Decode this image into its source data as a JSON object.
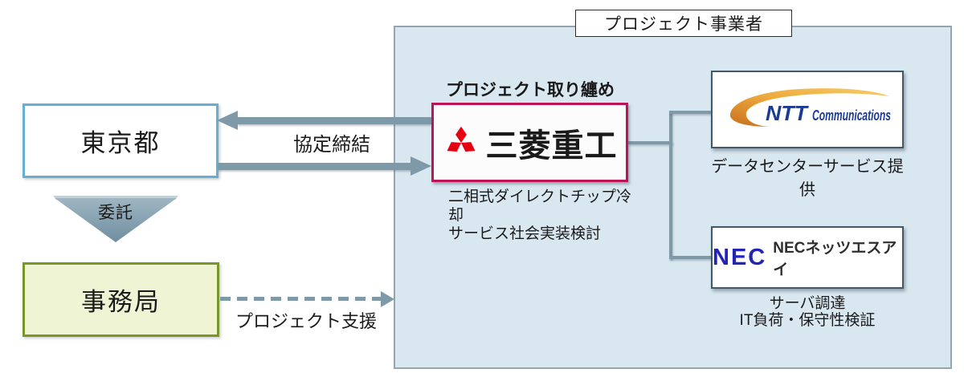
{
  "palette": {
    "group_bg": "#D9E7F1",
    "group_border": "#97A4AD",
    "tokyo_border": "#66AFD2",
    "secretariat_bg": "#EFF4D5",
    "secretariat_border": "#7A9528",
    "mhi_border": "#BF1356",
    "mhi_red": "#E60012",
    "partner_border": "#3E5969",
    "connector": "#7E99A8",
    "ntt_blue": "#1B3A94",
    "ntt_orange": "#E89B33",
    "nec_blue": "#2323B5"
  },
  "left_column": {
    "tokyo_label": "東京都",
    "delegate_label": "委託",
    "secretariat_label": "事務局"
  },
  "relations": {
    "agreement_label": "協定締結",
    "support_label": "プロジェクト支援"
  },
  "project_group": {
    "title": "プロジェクト事業者",
    "coordination_label": "プロジェクト取り纏め",
    "mhi": {
      "name": "三菱重工",
      "logo": "mitsubishi-three-diamonds",
      "description_line1": "二相式ダイレクトチップ冷却",
      "description_line2": "サービス社会実装検討"
    },
    "ntt": {
      "logo_text": "NTT",
      "logo_suffix": "Communications",
      "role": "データセンターサービス提供"
    },
    "nec": {
      "logo_text": "NEC",
      "company_name": "NECネッツエスアイ",
      "role_line1": "サーバ調達",
      "role_line2": "IT負荷・保守性検証"
    }
  }
}
